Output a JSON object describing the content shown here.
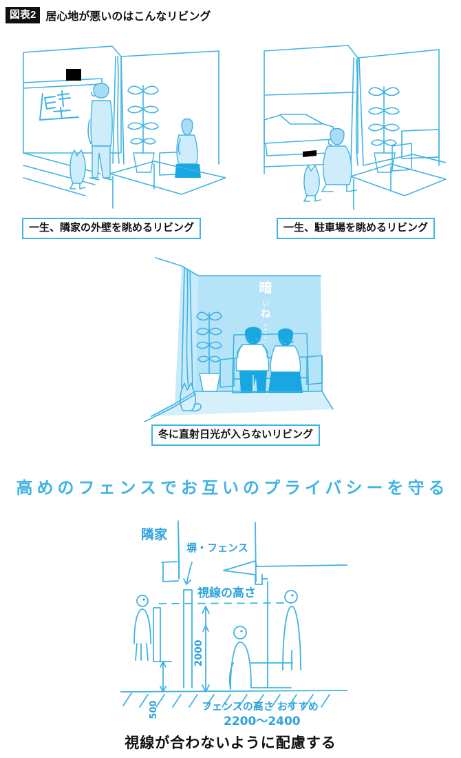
{
  "header": {
    "badge": "図表2",
    "title": "居心地が悪いのはこんなリビング"
  },
  "panels": [
    {
      "id": "panel-neighbor-wall",
      "caption": "一生、隣家の外壁を眺めるリビング",
      "scene_note": "壁"
    },
    {
      "id": "panel-parking-lot",
      "caption": "一生、駐車場を眺めるリビング",
      "scene_note": ""
    },
    {
      "id": "panel-no-sunlight",
      "caption": "冬に直射日光が入らないリビング",
      "scene_note": "暗いね……"
    }
  ],
  "section": {
    "headline": "高めのフェンスでお互いのプライバシーを守る",
    "diagram": {
      "label_neighbor_house": "隣家",
      "label_fence": "塀・フェンス",
      "label_sightline_height": "視線の高さ",
      "dim_fence_height": "2000",
      "dim_ground_offset": "500",
      "recommend_label": "フェンスの高さ おすすめ",
      "recommend_value": "2200〜2400"
    },
    "bottom_caption": "視線が合わないように配慮する"
  },
  "colors": {
    "accent": "#3FB3E3",
    "accent_solid": "#18A7E0",
    "wall_fill": "#B5E3F8",
    "mid_fill": "#A8DCF4",
    "pale_fill": "#CFECFB",
    "badge_bg": "#111111",
    "text": "#111111"
  }
}
